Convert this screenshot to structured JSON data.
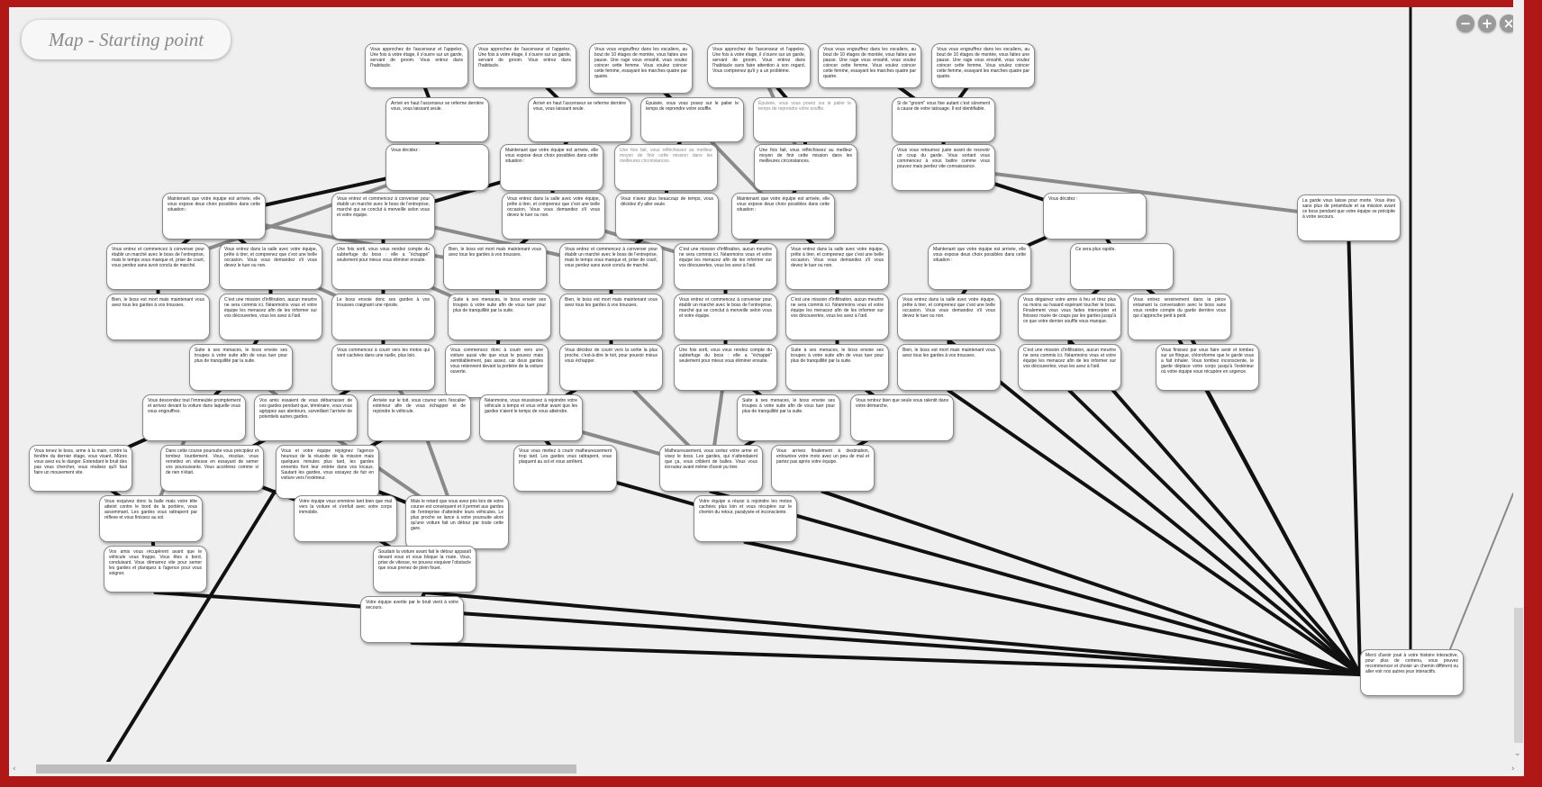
{
  "window": {
    "title": "Map - Starting point"
  },
  "controls": {
    "zoom_out": "−",
    "zoom_in": "+",
    "close": "×"
  },
  "scroll": {
    "left_arrow": "‹",
    "right_arrow": "›",
    "down_arrow": "⌄"
  },
  "nodes": [
    "Vous approchez de l'ascenseur et l'appelez. Une fois à votre étage, il s'ouvre sur un garde, servant de groom. Vous entrez dans l'habitacle.",
    "Vous approchez de l'ascenseur et l'appelez. Une fois à votre étage, il s'ouvre sur un garde, servant de groom. Vous entrez dans l'habitacle.",
    "Vous vous engouffrez dans les escaliers, au bout de 10 étages de montée, vous faites une pause. Une rage vous envahit, vous voulez coincer cette femme. Vous voulez coincer cette femme, essayant les marches quatre par quatre.",
    "Vous approchez de l'ascenseur et l'appelez. Une fois à votre étage, il s'ouvre sur un garde, servant de groom. Vous entrez dans l'habitacle sans faire attention à son regard. Vous comprenez qu'il y a un problème.",
    "Vous vous engouffrez dans les escaliers, au bout de 10 étages de montée, vous faites une pause. Une rage vous envahit, vous voulez coincer cette femme. Vous voulez coincer cette femme, essayant les marches quatre par quatre.",
    "Vous vous engouffrez dans les escaliers, au bout de 10 étages de montée, vous faites une pause. Une rage vous envahit, vous voulez coincer cette femme. Vous voulez coincer cette femme, essayant les marches quatre par quatre.",
    "Arrivé en haut l'ascenseur se referme derrière vous, vous laissant seule.",
    "Arrivé en haut l'ascenseur se referme derrière vous, vous laissant seule.",
    "Épuisée, vous vous posez sur le palier le temps de reprendre votre souffle.",
    "Épuisée, vous vous posez sur le palier le temps de reprendre votre souffle.",
    "Si de \"groom\" vous fixe autant c'est sûrement à cause de votre tatouage. Il est identifiable.",
    "Vous décidez :",
    "Maintenant que votre équipe est arrivée, elle vous expose deux choix possibles dans cette situation :",
    "Une fois fait, vous réfléchissez au meilleur moyen de finir cette mission dans les meilleures circonstances.",
    "Une fois fait, vous réfléchissez au meilleur moyen de finir cette mission dans les meilleures circonstances.",
    "Vous vous retournez juste avant de recevoir un coup du garde. Vous sortant vous commencez à vous battre comme vous pouvez mais perdez vite connaissance.",
    "Maintenant que votre équipe est arrivée, elle vous expose deux choix possibles dans cette situation :",
    "Vous entrez et commencez à converser pour établir un marché avec le boss de l'entreprise, marché qui se conclut à merveille selon vous et votre équipe.",
    "Vous entrez dans la salle avec votre équipe, prête à tirer, et comprenez que c'est une belle occasion. Vous vous demandez s'il vous devez le tuer ou non.",
    "Vous n'avez plus beaucoup de temps, vous décidez d'y aller seule.",
    "Maintenant que votre équipe est arrivée, elle vous expose deux choix possibles dans cette situation :",
    "Vous décidez :",
    "La garde vous laisse pour morte. Vous êtes sans plus de préambule et sa mission avant ce boss pendant que votre équipe se précipite à votre secours.",
    "Vous entrez et commencez à converser pour établir un marché avec le boss de l'entreprise, mais le temps vous manque et, prise de court, vous perdez sans avoir conclu de marché.",
    "Vous entrez dans la salle avec votre équipe, prête à tirer, et comprenez que c'est une belle occasion. Vous vous demandez s'il vous devez le tuer ou non.",
    "Une fois sorti, vous vous rendez compte du subterfuge du boss : elle a \"échappé\" seulement pour mieux vous éliminer ensuite.",
    "Bien, le boss est mort mais maintenant vous avez tous les gardes à vos trousses.",
    "Vous entrez et commencez à converser pour établir un marché avec le boss de l'entreprise, mais le temps vous manque et, prise de court, vous perdez sans avoir conclu de marché.",
    "C'est une mission d'infiltration, aucun meurtre ne sera commis ici. Néanmoins vous et votre équipe les menacez afin de les informer sur vos découvertes, vous les avez à l'œil.",
    "Vous entrez dans la salle avec votre équipe, prête à tirer, et comprenez que c'est une belle occasion. Vous vous demandez s'il vous devez le tuer ou non.",
    "Maintenant que votre équipe est arrivée, elle vous expose deux choix possibles dans cette situation :",
    "Ce sera plus rapide.",
    "Bien, le boss est mort mais maintenant vous avez tous les gardes à vos trousses.",
    "C'est une mission d'infiltration, aucun meurtre ne sera commis ici. Néanmoins vous et votre équipe les menacez afin de les informer sur vos découvertes, vous les avez à l'œil.",
    "Le boss envoie donc ses gardes à vos trousses craignant une riposte.",
    "Suite à ses menaces, le boss envoie ses troupes à votre suite afin de vous tuer pour plus de tranquillité par la suite.",
    "Bien, le boss est mort mais maintenant vous avez tous les gardes à vos trousses.",
    "Vous entrez et commencez à converser pour établir un marché avec le boss de l'entreprise, marché qui se conclut à merveille selon vous et votre équipe.",
    "C'est une mission d'infiltration, aucun meurtre ne sera commis ici. Néanmoins vous et votre équipe les menacez afin de les informer sur vos découvertes, vous les avez à l'œil.",
    "Vous entrez dans la salle avec votre équipe, prête à tirer, et comprenez que c'est une belle occasion. Vous vous demandez s'il vous devez le tuer ou non.",
    "Vous dégainez votre arme à feu et tirez plus ou moins au hasard espérant toucher le boss. Finalement vous vous faites intercepter et finissez rouée de coups par les gardes jusqu'à ce que votre dernier souffle vous manque.",
    "Vous entrez sereinement dans la pièce entamant la conversation avec le boss sans vous rendre compte du garde derrière vous qui s'approche petit à petit.",
    "Suite à ses menaces, le boss envoie ses troupes à votre suite afin de vous tuer pour plus de tranquillité par la suite.",
    "Vous commencez à courir vers les motos qui sont cachées dans une ruelle, plus loin.",
    "Vous commencez donc à courir vers une voiture aussi vite que vous le pouvez mais semblablement, pas assez, car deux gardes vous retiennent devant la portière de la voiture ouverte.",
    "Vous décidez de courir vers la sortie la plus proche, c'est-à-dire le toit, pour pouvoir mieux vous échapper.",
    "Une fois sorti, vous vous rendez compte du subterfuge du boss : elle a \"échappé\" seulement pour mieux vous éliminer ensuite.",
    "Suite à ses menaces, le boss envoie ses troupes à votre suite afin de vous tuer pour plus de tranquillité par la suite.",
    "Bien, le boss est mort mais maintenant vous avez tous les gardes à vos trousses.",
    "C'est une mission d'infiltration, aucun meurtre ne sera commis ici. Néanmoins vous et votre équipe les menacez afin de les informer sur vos découvertes, vous les avez à l'œil.",
    "Vous finissez par vous faire avoir et tombez sur un flingue, chloroforme que le garde vous a fait inhaler. Vous tombez inconsciente, le garde déplace votre corps jusqu'à l'extérieur où votre équipe vous récupère en urgence.",
    "Vous descendez tout l'immeuble promptement et arrivez devant la voiture dans laquelle vous vous engouffrez.",
    "Vos amis essaient de vous débarrasser de ces gardes pendant que, téméraire, vous vous agrippez aux alentours, surveillant l'arrivée de potentiels autres gardes.",
    "Arrivée sur le toit, vous courez vers l'escalier extérieur afin de vous échapper et de rejoindre le véhicule.",
    "Néanmoins, vous réussissez à rejoindre votre véhicule à temps et vous enfuir avant que les gardes n'aient le temps de vous atteindre.",
    "Suite à ses menaces, le boss envoie ses troupes à votre suite afin de vous tuer pour plus de tranquillité par la suite.",
    "Vous rentrez bien que seule vous ralentit dans votre démarche.",
    "Vous tenez le boss, arme à la main, contre la fenêtre du dernier étage, vous visant. Mûres vous avez eu le danger. Entendant le bruit des pas vous chercher, vous réalisez qu'il faut faire un mouvement vite.",
    "Dans cette course poursuite vous précipitez et tombez lourdement. Vous, résolue, vous remettez en vitesse en essayant de semer vos poursuivants. Vous accélérez comme si de rien n'était.",
    "Vous et votre équipe rejoignez l'agence heureux de la réussite de la mission mais quelques minutes plus tard, les gardes ennemis font leur entrée dans vos locaux. Sautant les gardes, vous essayez de fuir en voiture vers l'extérieur.",
    "Vous vous mettez à courir malheureusement trop tard. Les gardes vous rattrapent, vous plaquent au sol et vous arrêtent.",
    "Malheureusement, vous sortez votre arme et visez le boss. Les gardes, qui n'attendaient que ça, vous criblent de balles. Vous vous écroulez avant même d'avoir pu tirer.",
    "Vous arrivez finalement à destination, entourées votre moto avec un peu de mal et partez pas après votre équipe.",
    "Vous esquivez donc la balle mais votre tête atteint contre le bord de la portière, vous assommant. Les gardes vous rattrapent par réflexe et vous finissez au sol.",
    "Votre équipe vous emmène tant bien que mal vers la voiture et s'enfuit avec votre corps immobile.",
    "Mais le retard que vous avez pris lors de votre course est conséquent et il permet aux gardes de l'entreprise d'atteindre leurs véhicules. Le plus proche se lance à votre poursuite alors qu'une voiture fait un détour par toute cette gare.",
    "Votre équipe a réussi à rejoindre les motos cachées plus loin et vous récupère sur le chemin du retour, paralysée et inconsciente.",
    "Vos amis vous récupèrent avant que le véhicule vous frappe. Vous êtes à bord, conduisant. Vous démarrez vite pour semer les gardes et planquez à l'agence pour vous soigner.",
    "Soudain la voiture avant fait le détour apparaît devant vous et vous bloque la route. Vous, prise de vitesse, ne pouvez esquiver l'obstacle que vous prenez de plein fouet.",
    "Votre équipe avertie par le bruit vient à votre secours.",
    "Merci d'avoir joué à votre histoire interactive, pour plus de contenu, vous pouvez recommencer et choisir un chemin différent ou aller voir nos autres jeux interactifs."
  ]
}
